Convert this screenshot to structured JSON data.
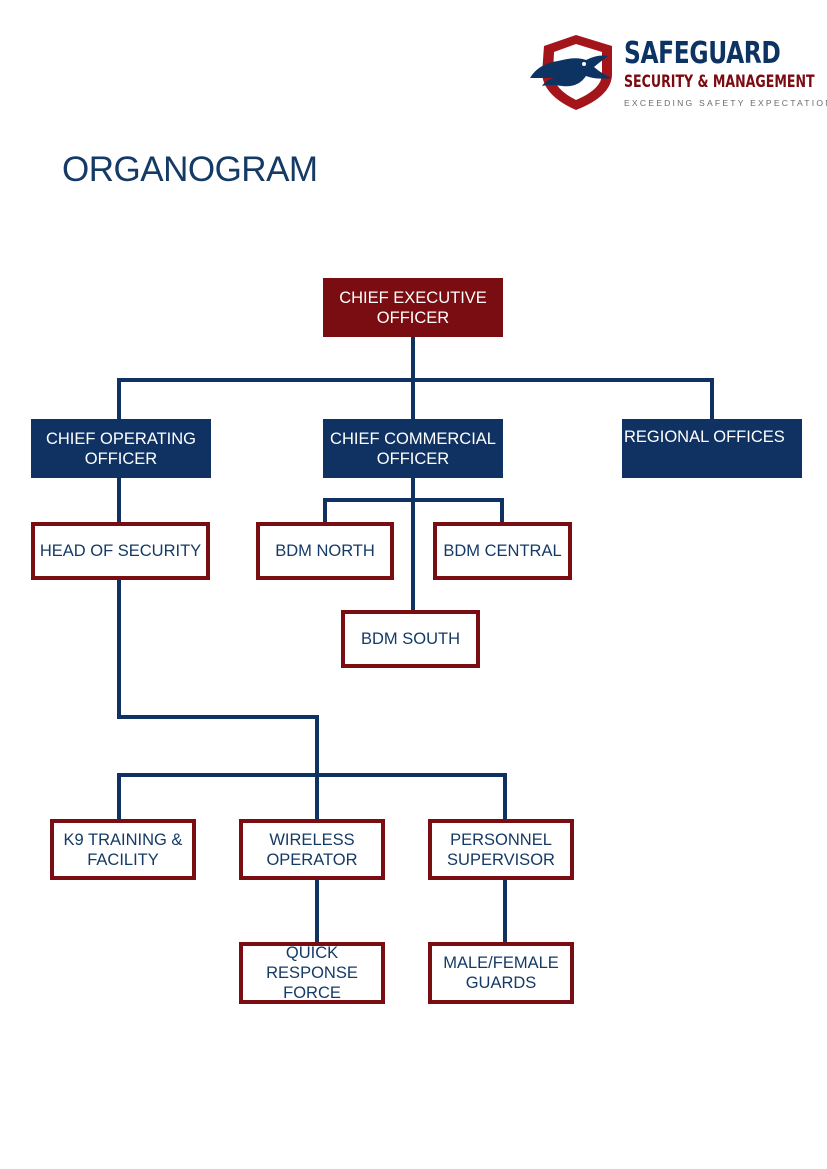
{
  "logo": {
    "brand": "SAFEGUARD",
    "subtitle": "SECURITY & MANAGEMENT",
    "tagline": "EXCEEDING SAFETY EXPECTATIONS"
  },
  "title": "ORGANOGRAM",
  "colors": {
    "navy": "#0f3263",
    "maroon": "#7a0d11",
    "text_navy": "#143a66"
  },
  "nodes": {
    "ceo": "CHIEF EXECUTIVE OFFICER",
    "coo": "CHIEF OPERATING OFFICER",
    "cco": "CHIEF COMMERCIAL OFFICER",
    "regional": "REGIONAL OFFICES",
    "head_security": "HEAD OF SECURITY",
    "bdm_north": "BDM NORTH",
    "bdm_central": "BDM CENTRAL",
    "bdm_south": "BDM SOUTH",
    "k9": "K9 TRAINING & FACILITY",
    "wireless": "WIRELESS OPERATOR",
    "personnel": "PERSONNEL SUPERVISOR",
    "qrf": "QUICK RESPONSE FORCE",
    "guards": "MALE/FEMALE GUARDS"
  }
}
